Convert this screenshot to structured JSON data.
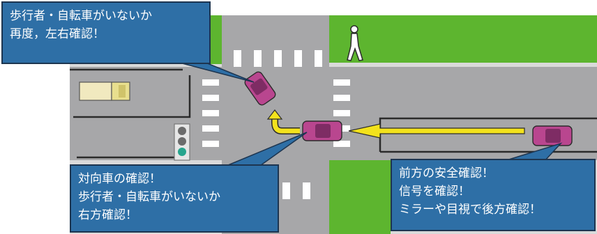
{
  "callouts": {
    "top_left": {
      "lines": [
        "歩行者・自転車がいないか",
        "再度，左右確認！"
      ]
    },
    "bottom_left": {
      "lines": [
        "対向車の確認！",
        "歩行者・自転車がいないか",
        "右方確認！"
      ]
    },
    "bottom_right": {
      "lines": [
        "前方の安全確認！",
        "信号を確認！",
        "ミラーや目視で後方確認！"
      ]
    }
  },
  "colors": {
    "road": "#a7a7a9",
    "grass": "#5db52f",
    "sidewalk": "#d6d6d6",
    "callout_fill": "#2e6fa6",
    "car": "#b9468f",
    "arrow_yellow": "#f3e21c",
    "truck": "#f1e9bf"
  },
  "icons": [
    "pedestrian-icon",
    "traffic-light-icon",
    "truck-icon",
    "car-icon",
    "turn-arrow-icon",
    "straight-arrow-icon"
  ]
}
